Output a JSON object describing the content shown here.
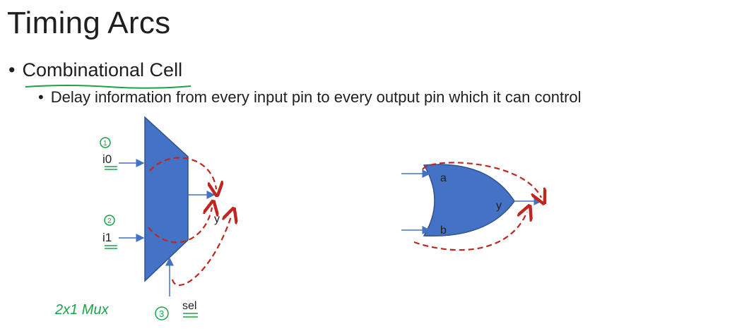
{
  "slide": {
    "title": "Timing Arcs",
    "bullet_level1": "Combinational Cell",
    "bullet_level2": "Delay information from every input pin to every output pin which it can control"
  },
  "mux": {
    "input0_label": "i0",
    "input1_label": "i1",
    "select_label": "sel",
    "output_label": "y",
    "annotation_text": "2x1 Mux",
    "markers": [
      "1",
      "2",
      "3"
    ],
    "body_color": "#4472c4",
    "arc_color": "#c0261d",
    "annotation_color": "#1aa34a"
  },
  "or_gate": {
    "input_a_label": "a",
    "input_b_label": "b",
    "output_label": "y",
    "body_color": "#4472c4",
    "arc_color": "#c0261d"
  }
}
